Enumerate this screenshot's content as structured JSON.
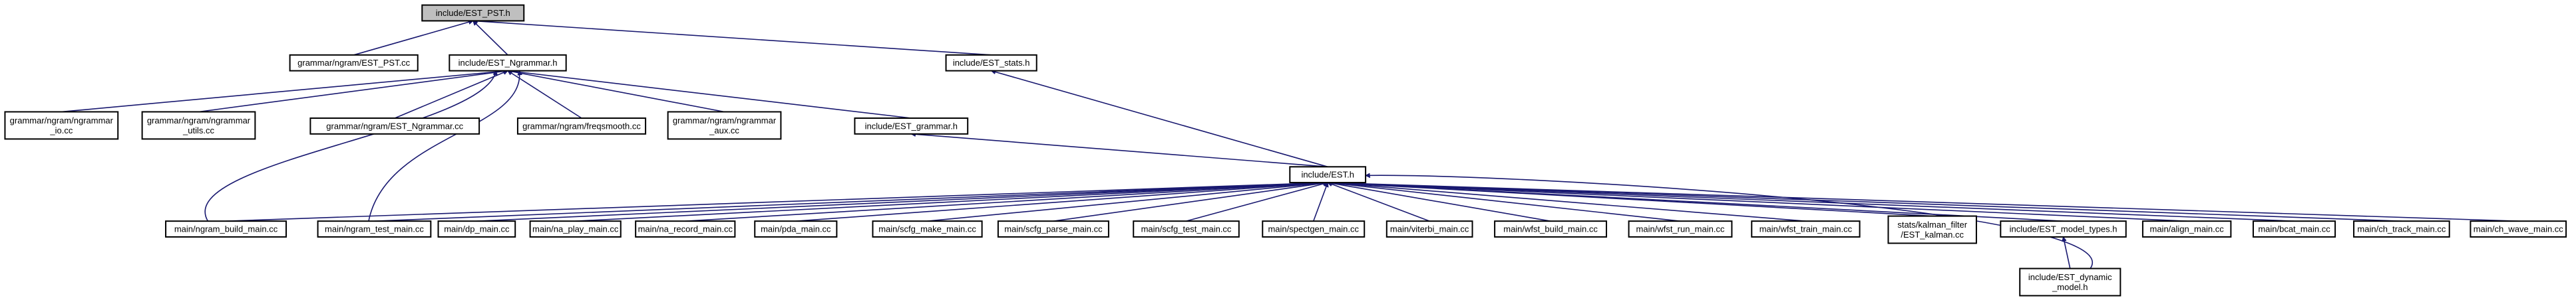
{
  "diagram": {
    "type": "include-dependency-graph",
    "colors": {
      "edge": "#191970",
      "root_fill": "#bfbfbf",
      "node_fill": "#ffffff",
      "border": "#000000"
    },
    "nodes": [
      {
        "id": "est_pst_h",
        "lines": [
          "include/EST_PST.h"
        ],
        "root": true
      },
      {
        "id": "ngram_est_pst_cc",
        "lines": [
          "grammar/ngram/EST_PST.cc"
        ]
      },
      {
        "id": "est_ngrammar_h",
        "lines": [
          "include/EST_Ngrammar.h"
        ]
      },
      {
        "id": "est_stats_h",
        "lines": [
          "include/EST_stats.h"
        ]
      },
      {
        "id": "ngrammar_io_cc",
        "lines": [
          "grammar/ngram/ngrammar",
          "_io.cc"
        ]
      },
      {
        "id": "ngrammar_utils_cc",
        "lines": [
          "grammar/ngram/ngrammar",
          "_utils.cc"
        ]
      },
      {
        "id": "est_ngrammar_cc",
        "lines": [
          "grammar/ngram/EST_Ngrammar.cc"
        ]
      },
      {
        "id": "freqsmooth_cc",
        "lines": [
          "grammar/ngram/freqsmooth.cc"
        ]
      },
      {
        "id": "ngrammar_aux_cc",
        "lines": [
          "grammar/ngram/ngrammar",
          "_aux.cc"
        ]
      },
      {
        "id": "est_grammar_h",
        "lines": [
          "include/EST_grammar.h"
        ]
      },
      {
        "id": "est_h",
        "lines": [
          "include/EST.h"
        ]
      },
      {
        "id": "ngram_build_main",
        "lines": [
          "main/ngram_build_main.cc"
        ]
      },
      {
        "id": "ngram_test_main",
        "lines": [
          "main/ngram_test_main.cc"
        ]
      },
      {
        "id": "dp_main",
        "lines": [
          "main/dp_main.cc"
        ]
      },
      {
        "id": "na_play_main",
        "lines": [
          "main/na_play_main.cc"
        ]
      },
      {
        "id": "na_record_main",
        "lines": [
          "main/na_record_main.cc"
        ]
      },
      {
        "id": "pda_main",
        "lines": [
          "main/pda_main.cc"
        ]
      },
      {
        "id": "scfg_make_main",
        "lines": [
          "main/scfg_make_main.cc"
        ]
      },
      {
        "id": "scfg_parse_main",
        "lines": [
          "main/scfg_parse_main.cc"
        ]
      },
      {
        "id": "scfg_test_main",
        "lines": [
          "main/scfg_test_main.cc"
        ]
      },
      {
        "id": "spectgen_main",
        "lines": [
          "main/spectgen_main.cc"
        ]
      },
      {
        "id": "viterbi_main",
        "lines": [
          "main/viterbi_main.cc"
        ]
      },
      {
        "id": "wfst_build_main",
        "lines": [
          "main/wfst_build_main.cc"
        ]
      },
      {
        "id": "wfst_run_main",
        "lines": [
          "main/wfst_run_main.cc"
        ]
      },
      {
        "id": "wfst_train_main",
        "lines": [
          "main/wfst_train_main.cc"
        ]
      },
      {
        "id": "est_kalman_cc",
        "lines": [
          "stats/kalman_filter",
          "/EST_kalman.cc"
        ]
      },
      {
        "id": "est_model_types_h",
        "lines": [
          "include/EST_model_types.h"
        ]
      },
      {
        "id": "align_main",
        "lines": [
          "main/align_main.cc"
        ]
      },
      {
        "id": "bcat_main",
        "lines": [
          "main/bcat_main.cc"
        ]
      },
      {
        "id": "ch_track_main",
        "lines": [
          "main/ch_track_main.cc"
        ]
      },
      {
        "id": "ch_wave_main",
        "lines": [
          "main/ch_wave_main.cc"
        ]
      },
      {
        "id": "est_dynamic_model_h",
        "lines": [
          "include/EST_dynamic",
          "_model.h"
        ]
      }
    ],
    "edges": [
      [
        "ngram_est_pst_cc",
        "est_pst_h"
      ],
      [
        "est_ngrammar_h",
        "est_pst_h"
      ],
      [
        "est_stats_h",
        "est_pst_h"
      ],
      [
        "ngrammar_io_cc",
        "est_ngrammar_h"
      ],
      [
        "ngrammar_utils_cc",
        "est_ngrammar_h"
      ],
      [
        "est_ngrammar_cc",
        "est_ngrammar_h"
      ],
      [
        "freqsmooth_cc",
        "est_ngrammar_h"
      ],
      [
        "ngrammar_aux_cc",
        "est_ngrammar_h"
      ],
      [
        "est_grammar_h",
        "est_ngrammar_h"
      ],
      [
        "ngram_build_main",
        "est_ngrammar_h"
      ],
      [
        "ngram_test_main",
        "est_ngrammar_h"
      ],
      [
        "est_h",
        "est_stats_h"
      ],
      [
        "est_h",
        "est_grammar_h"
      ],
      [
        "ngram_build_main",
        "est_h"
      ],
      [
        "ngram_test_main",
        "est_h"
      ],
      [
        "dp_main",
        "est_h"
      ],
      [
        "na_play_main",
        "est_h"
      ],
      [
        "na_record_main",
        "est_h"
      ],
      [
        "pda_main",
        "est_h"
      ],
      [
        "scfg_make_main",
        "est_h"
      ],
      [
        "scfg_parse_main",
        "est_h"
      ],
      [
        "scfg_test_main",
        "est_h"
      ],
      [
        "spectgen_main",
        "est_h"
      ],
      [
        "viterbi_main",
        "est_h"
      ],
      [
        "wfst_build_main",
        "est_h"
      ],
      [
        "wfst_run_main",
        "est_h"
      ],
      [
        "wfst_train_main",
        "est_h"
      ],
      [
        "est_kalman_cc",
        "est_h"
      ],
      [
        "est_model_types_h",
        "est_h"
      ],
      [
        "align_main",
        "est_h"
      ],
      [
        "bcat_main",
        "est_h"
      ],
      [
        "ch_track_main",
        "est_h"
      ],
      [
        "ch_wave_main",
        "est_h"
      ],
      [
        "est_dynamic_model_h",
        "est_h"
      ],
      [
        "est_dynamic_model_h",
        "est_model_types_h"
      ]
    ]
  }
}
